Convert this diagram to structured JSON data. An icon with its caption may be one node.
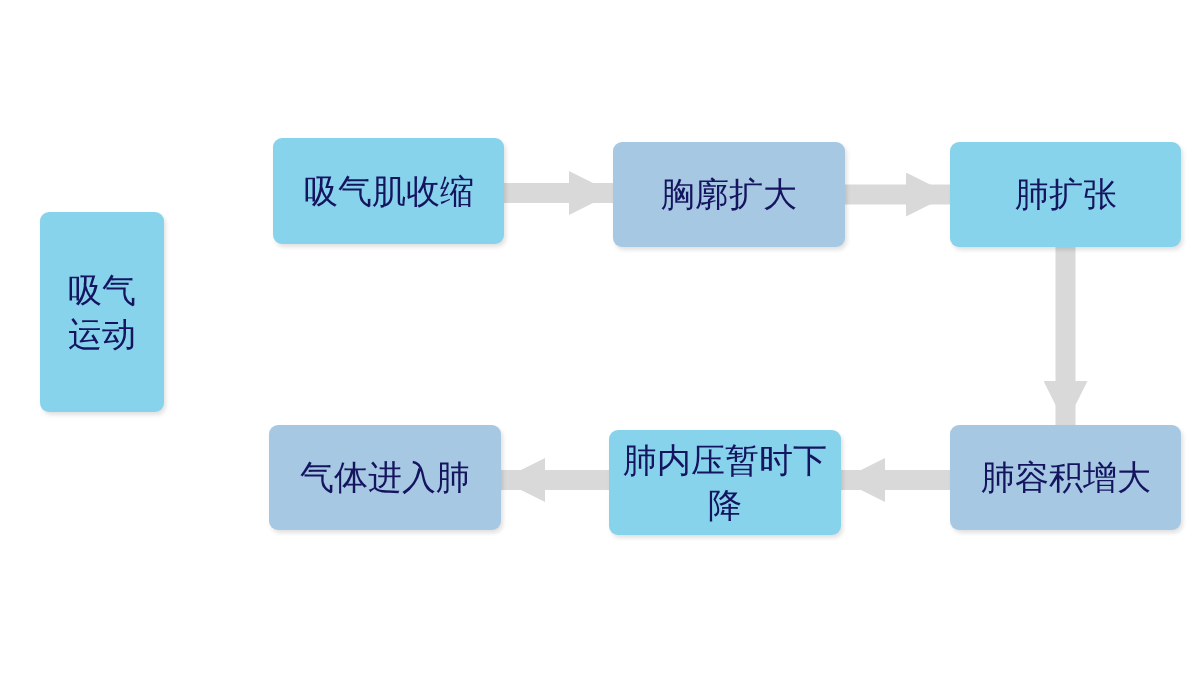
{
  "diagram": {
    "nodes": [
      {
        "text": [
          "吸气运动"
        ]
      },
      {
        "text": [
          "吸气肌收缩"
        ]
      },
      {
        "text": [
          "胸廓扩大"
        ]
      },
      {
        "text": [
          "肺扩张"
        ]
      },
      {
        "text": [
          "肺容积增大"
        ]
      },
      {
        "text": [
          "肺内压暂时下降"
        ]
      },
      {
        "text": [
          "气体进入肺"
        ]
      }
    ],
    "edges": [
      {
        "from": 1,
        "to": 2,
        "arrow": "to"
      },
      {
        "from": 2,
        "to": 3,
        "arrow": "to"
      },
      {
        "from": 3,
        "to": 4,
        "arrow": "to"
      },
      {
        "from": 4,
        "to": 5,
        "arrow": "to"
      },
      {
        "from": 5,
        "to": 6,
        "arrow": "to"
      }
    ]
  }
}
